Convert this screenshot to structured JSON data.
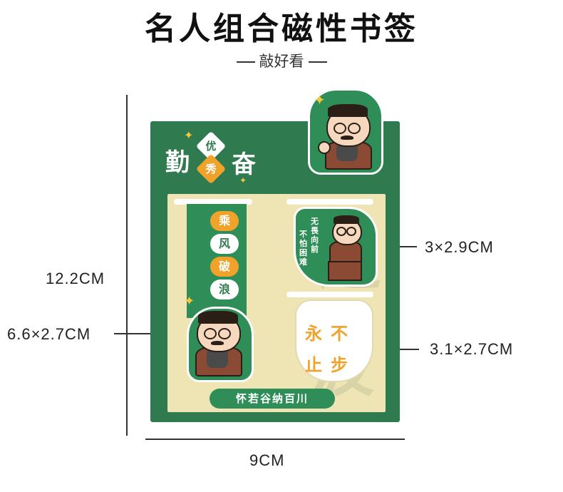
{
  "header": {
    "title": "名人组合磁性书签",
    "subtitle": "敲好看"
  },
  "dimensions": {
    "height": "12.2CM",
    "width": "9CM",
    "bookmark_tall": "6.6×2.7CM",
    "bookmark_small_top": "3×2.9CM",
    "bookmark_small_bottom": "3.1×2.7CM"
  },
  "card": {
    "top_left_left": "勤",
    "top_left_right": "奋",
    "diamond_1": "优",
    "diamond_2": "秀",
    "tall_chars": [
      "乘",
      "风",
      "破",
      "浪"
    ],
    "top_bookmark_col1": "无畏向前",
    "top_bookmark_col2": "不怕困难",
    "bottom_bookmark_line1": "永不",
    "bottom_bookmark_line2": "止步",
    "banner": "怀若谷纳百川"
  },
  "colors": {
    "green": "#2f7a4f",
    "cream": "#efe4b4",
    "orange": "#f0a22a"
  }
}
